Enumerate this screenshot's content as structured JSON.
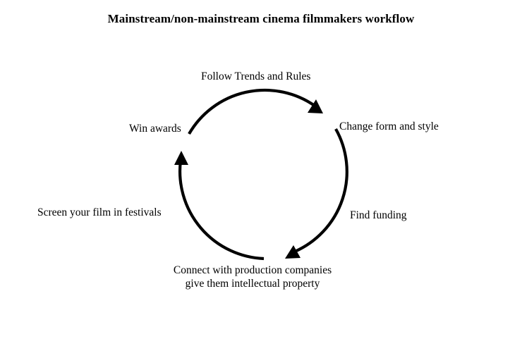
{
  "diagram": {
    "title": "Mainstream/non-mainstream cinema filmmakers workflow",
    "steps": [
      {
        "id": "follow",
        "label": "Follow Trends and Rules"
      },
      {
        "id": "change",
        "label": "Change form and style"
      },
      {
        "id": "funding",
        "label": "Find funding"
      },
      {
        "id": "connect",
        "label_lines": [
          "Connect with production companies",
          "give them intellectual property"
        ]
      },
      {
        "id": "screen",
        "label": "Screen your film in festivals"
      },
      {
        "id": "win",
        "label": "Win awards"
      }
    ],
    "arrow_color": "#000000"
  }
}
